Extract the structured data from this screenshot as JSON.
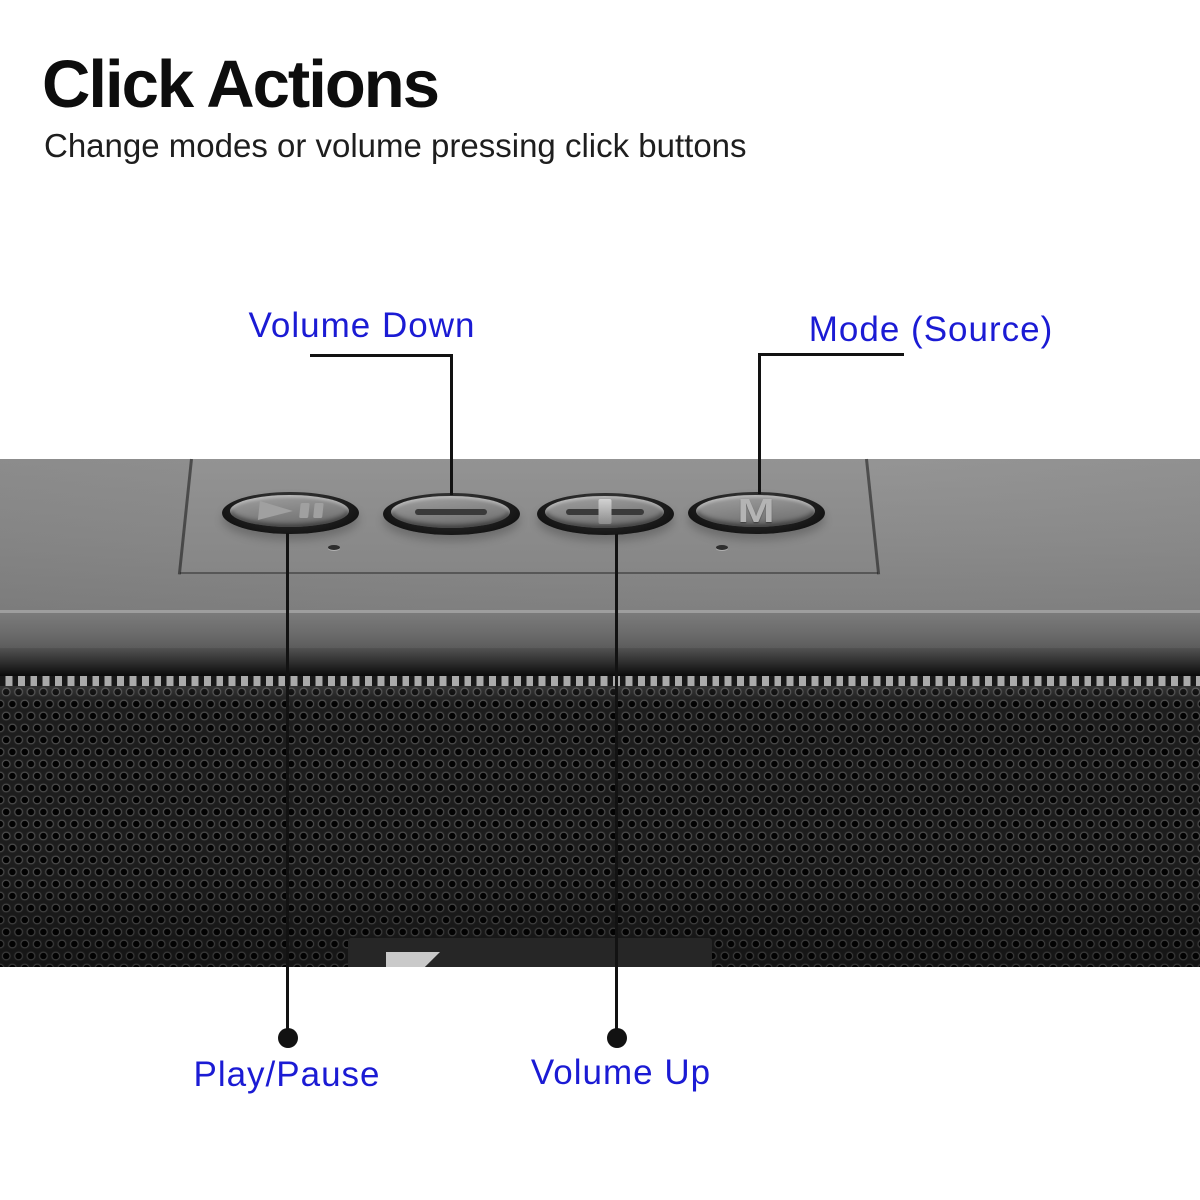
{
  "header": {
    "title": "Click Actions",
    "subtitle": "Change modes or volume pressing click buttons"
  },
  "callouts": {
    "volume_down": {
      "label": "Volume Down",
      "target": "volume-down-button"
    },
    "mode": {
      "label": "Mode (Source)",
      "target": "mode-button"
    },
    "play_pause": {
      "label": "Play/Pause",
      "target": "play-pause-button"
    },
    "volume_up": {
      "label": "Volume Up",
      "target": "volume-up-button"
    }
  },
  "device": {
    "type": "soundbar speaker front view",
    "mode_letter": "M",
    "buttons": [
      {
        "id": "play-pause-button",
        "glyph": "play-pause-icon"
      },
      {
        "id": "volume-down-button",
        "glyph": "minus-icon"
      },
      {
        "id": "volume-up-button",
        "glyph": "plus-icon"
      },
      {
        "id": "mode-button",
        "glyph": "letter-m-icon"
      }
    ]
  },
  "colors": {
    "label_blue": "#1b1bd4",
    "title_black": "#0d0d0d",
    "line_black": "#121212",
    "body_gray": "#868686",
    "grille_dark": "#1d1d1d"
  }
}
